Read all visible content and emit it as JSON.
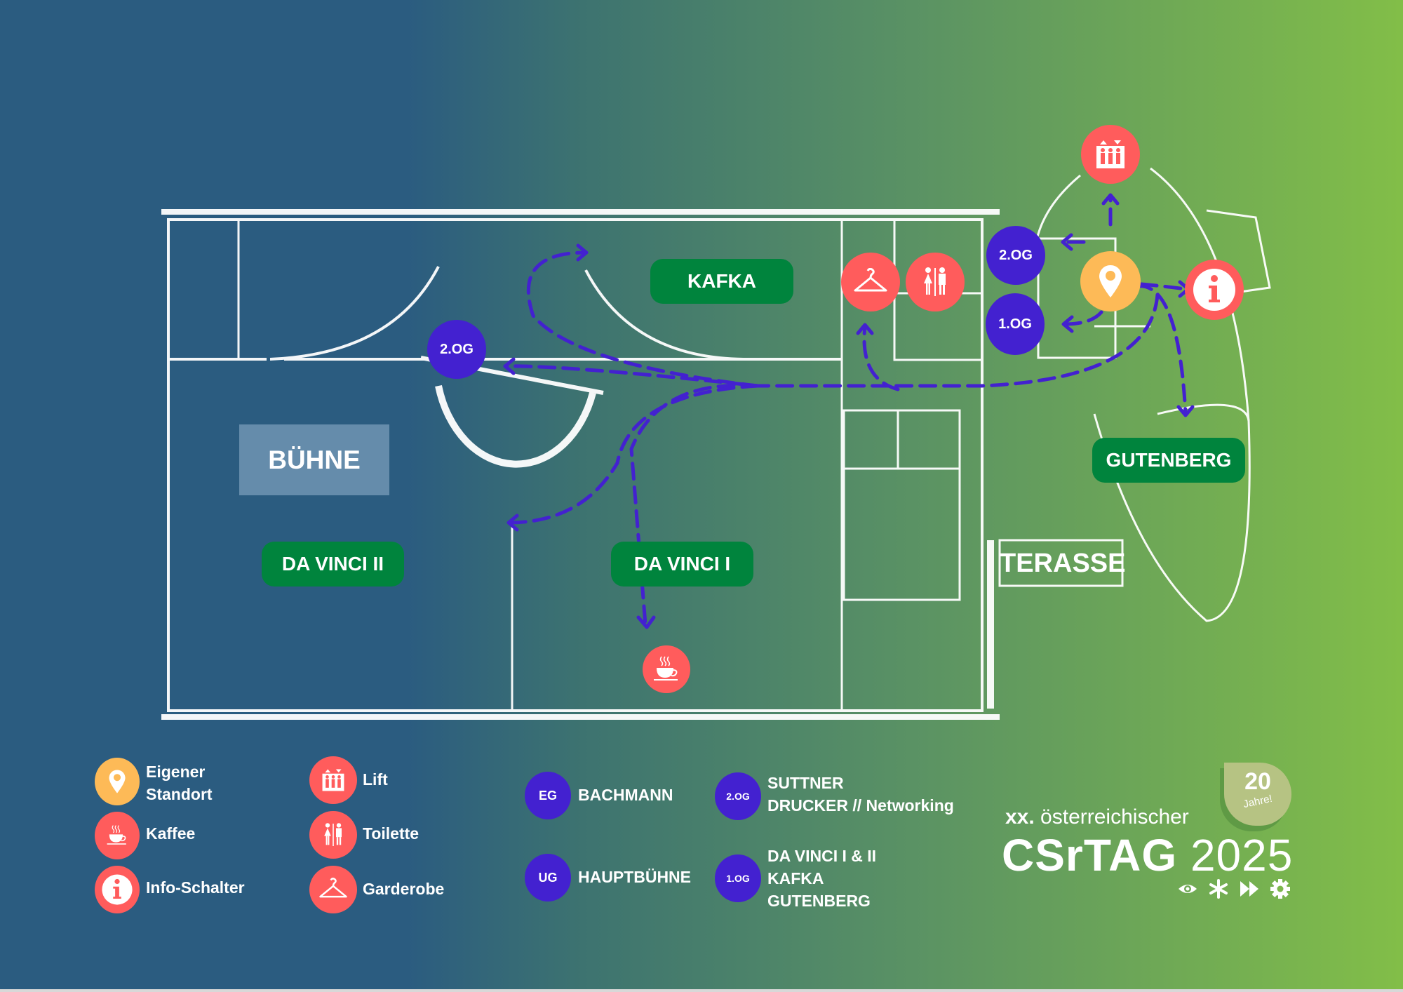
{
  "colors": {
    "gradient_start": "#2B5C80",
    "gradient_end": "#82BE48",
    "room_label_bg": "#00843D",
    "amenity_red": "#FF5C5C",
    "location_yellow": "#FDBA57",
    "floor_purple": "#4321D0",
    "route_dash": "#4321D0"
  },
  "map": {
    "rooms": {
      "kafka": "KAFKA",
      "gutenberg": "GUTENBERG",
      "da_vinci_1": "DA VINCI I",
      "da_vinci_2": "DA VINCI II",
      "stage": "BÜHNE",
      "terrace": "TERASSE"
    },
    "floor_markers": {
      "stairs_left": "2.OG",
      "stairs_upper": "2.OG",
      "stairs_lower": "1.OG"
    },
    "amenities": {
      "lift": "lift-icon",
      "location": "location-pin-icon",
      "info": "info-icon",
      "cloakroom": "coat-hanger-icon",
      "toilet": "toilet-icon",
      "coffee": "coffee-cup-icon"
    }
  },
  "legend": {
    "amenities": [
      {
        "icon": "location-pin-icon",
        "label_line1": "Eigener",
        "label_line2": "Standort"
      },
      {
        "icon": "coffee-cup-icon",
        "label": "Kaffee"
      },
      {
        "icon": "info-icon",
        "label": "Info-Schalter"
      },
      {
        "icon": "lift-icon",
        "label": "Lift"
      },
      {
        "icon": "toilet-icon",
        "label": "Toilette"
      },
      {
        "icon": "coat-hanger-icon",
        "label": "Garderobe"
      }
    ],
    "floors": [
      {
        "badge": "EG",
        "lines": [
          "BACHMANN"
        ]
      },
      {
        "badge": "UG",
        "lines": [
          "HAUPTBÜHNE"
        ]
      },
      {
        "badge": "2.OG",
        "lines": [
          "SUTTNER",
          "DRUCKER // Networking"
        ]
      },
      {
        "badge": "1.OG",
        "lines": [
          "DA VINCI I & II",
          "KAFKA",
          "GUTENBERG"
        ]
      }
    ]
  },
  "logo": {
    "prefix_bold": "xx.",
    "prefix_rest": " österreichischer",
    "name_bold": "CSrTAG",
    "year": "2025",
    "badge_number": "20",
    "badge_text": "Jahre!",
    "icons": [
      "eye-icon",
      "asterisk-icon",
      "fast-forward-icon",
      "gear-icon"
    ]
  }
}
